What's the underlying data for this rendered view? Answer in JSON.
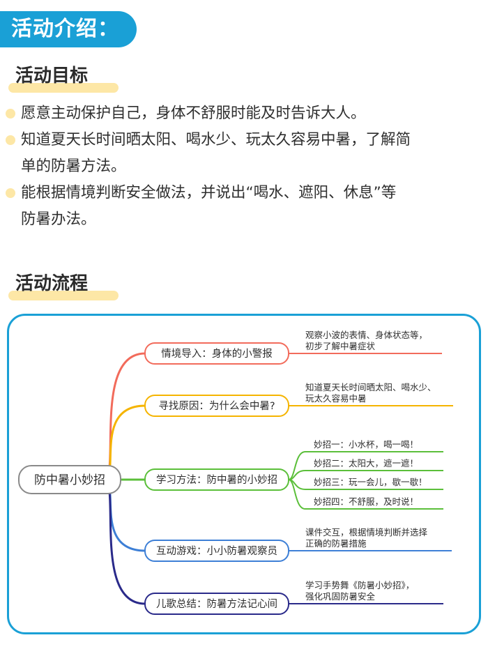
{
  "header": {
    "title": "活动介绍："
  },
  "goals": {
    "heading": "活动目标",
    "items": [
      {
        "lines": [
          "愿意主动保护自己，身体不舒服时能及时告诉大人。"
        ]
      },
      {
        "lines": [
          "知道夏天长时间晒太阳、喝水少、玩太久容易中暑，了解简",
          "单的防暑方法。"
        ]
      },
      {
        "lines": [
          "能根据情境判断安全做法，并说出“喝水、遮阳、休息”等",
          "防暑办法。"
        ]
      }
    ]
  },
  "flow": {
    "heading": "活动流程",
    "root": "防中暑小妙招",
    "branches": [
      {
        "label": "情境导入：身体的小警报",
        "color": "#f26b5b",
        "notes": [
          [
            "观察小波的表情、身体状态等，",
            "初步了解中暑症状"
          ]
        ]
      },
      {
        "label": "寻找原因：为什么会中暑?",
        "color": "#f5b400",
        "notes": [
          [
            "知道夏天长时间晒太阳、喝水少、",
            "玩太久容易中暑"
          ]
        ]
      },
      {
        "label": "学习方法：防中暑的小妙招",
        "color": "#5bbf3a",
        "notes": [
          [
            "妙招一：小水杯，喝一喝！"
          ],
          [
            "妙招二：太阳大，遮一遮！"
          ],
          [
            "妙招三：玩一会儿，歇一歇！"
          ],
          [
            "妙招四：不舒服，及时说！"
          ]
        ]
      },
      {
        "label": "互动游戏：小小防暑观察员",
        "color": "#3d7fd6",
        "notes": [
          [
            "课件交互，根据情境判断并选择",
            "正确的防暑措施"
          ]
        ]
      },
      {
        "label": "儿歌总结：防暑方法记心间",
        "color": "#2a2a8a",
        "notes": [
          [
            "学习手势舞《防暑小妙招》，",
            "强化巩固防暑安全"
          ]
        ]
      }
    ]
  }
}
